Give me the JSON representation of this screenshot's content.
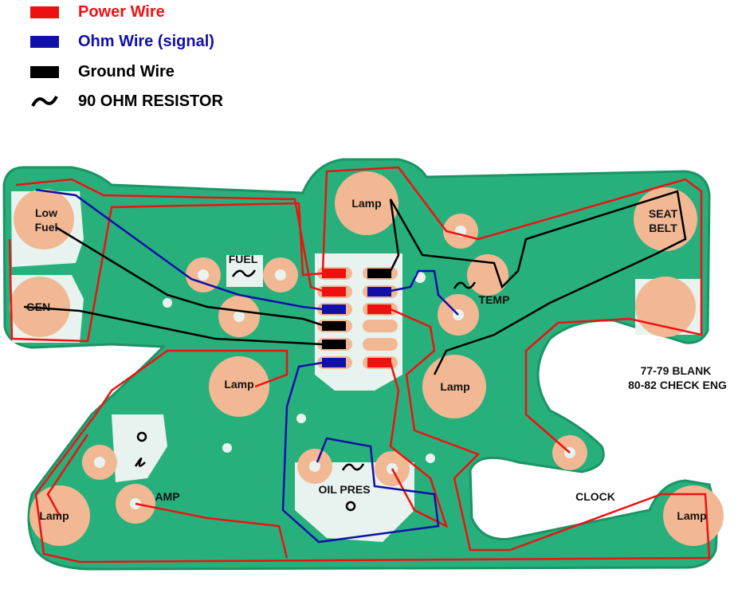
{
  "legend": [
    {
      "label": "Power Wire",
      "color": "#ee1111"
    },
    {
      "label": "Ohm Wire (signal)",
      "color": "#1010a8"
    },
    {
      "label": "Ground Wire",
      "color": "#000000"
    },
    {
      "label": "90 OHM RESISTOR",
      "symbol": "~"
    }
  ],
  "board": {
    "labels": {
      "low_fuel_1": "Low",
      "low_fuel_2": "Fuel",
      "gen": "GEN",
      "fuel": "FUEL",
      "lamp_top": "Lamp",
      "seat_belt_1": "SEAT",
      "seat_belt_2": "BELT",
      "temp": "TEMP",
      "lamp_mid_left": "Lamp",
      "lamp_mid_right": "Lamp",
      "check_eng_1": "77-79 BLANK",
      "check_eng_2": "80-82 CHECK ENG",
      "clock": "CLOCK",
      "lamp_bottom_left": "Lamp",
      "amp": "AMP",
      "oil_pres": "OIL PRES",
      "lamp_bottom_right": "Lamp"
    },
    "connector": {
      "left_pins": [
        "power",
        "power",
        "ohm",
        "ground",
        "ground",
        "ohm"
      ],
      "right_pins": [
        "ground",
        "ohm",
        "power",
        "none",
        "none",
        "power"
      ]
    },
    "colors": {
      "board": "#27b07c",
      "trace": "#1b9466",
      "pad": "#f2b894",
      "power": "#ee1111",
      "ohm": "#1010a8",
      "ground": "#000000"
    }
  }
}
